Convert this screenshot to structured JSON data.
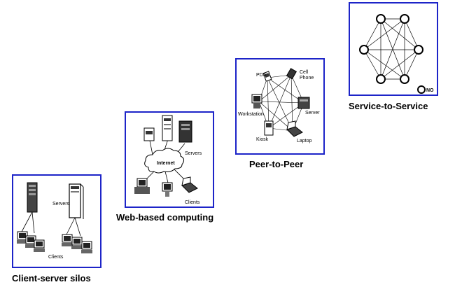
{
  "stages": [
    {
      "title": "Client-server silos",
      "labels": {
        "servers": "Servers",
        "clients": "Clients"
      }
    },
    {
      "title": "Web-based computing",
      "labels": {
        "internet": "Internet",
        "servers": "Servers",
        "clients": "Clients"
      }
    },
    {
      "title": "Peer-to-Peer",
      "labels": {
        "pda": "PDA",
        "cell_phone_1": "Cell",
        "cell_phone_2": "Phone",
        "workstation": "Workstation",
        "server": "Server",
        "kiosk": "Kiosk",
        "laptop": "Laptop"
      }
    },
    {
      "title": "Service-to-Service",
      "labels": {
        "legend": "NO"
      }
    }
  ],
  "colors": {
    "panel_border": "#1d24c8",
    "line": "#000000",
    "device": "#555555"
  }
}
